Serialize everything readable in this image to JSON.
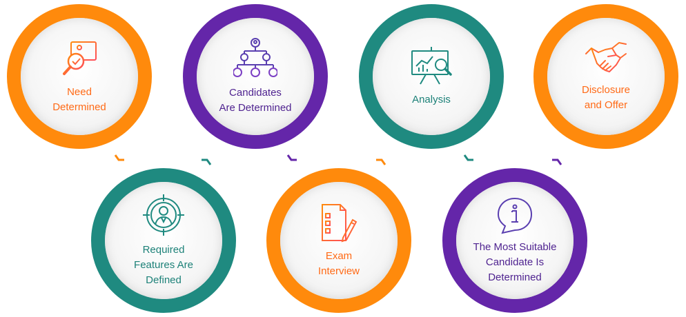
{
  "steps": [
    {
      "id": "need-determined",
      "lines": [
        "Need",
        "Determined"
      ],
      "color": "#ff8a0c",
      "label_color": "#ff6a16",
      "icon": "document-search-icon"
    },
    {
      "id": "required-features",
      "lines": [
        "Required",
        "Features Are",
        "Defined"
      ],
      "color": "#1f8a80",
      "label_color": "#1d8178",
      "icon": "target-person-icon"
    },
    {
      "id": "candidates-determined",
      "lines": [
        "Candidates",
        "Are Determined"
      ],
      "color": "#6426a9",
      "label_color": "#4f2390",
      "icon": "org-chart-icon"
    },
    {
      "id": "exam-interview",
      "lines": [
        "Exam",
        "Interview"
      ],
      "color": "#ff8a0c",
      "label_color": "#ff6a16",
      "icon": "checklist-pencil-icon"
    },
    {
      "id": "analysis",
      "lines": [
        "Analysis"
      ],
      "color": "#1f8a80",
      "label_color": "#1d8178",
      "icon": "presentation-chart-icon"
    },
    {
      "id": "most-suitable",
      "lines": [
        "The Most Suitable",
        "Candidate Is",
        "Determined"
      ],
      "color": "#6426a9",
      "label_color": "#4f2390",
      "icon": "info-bubble-icon"
    },
    {
      "id": "disclosure-offer",
      "lines": [
        "Disclosure",
        "and Offer"
      ],
      "color": "#ff8a0c",
      "label_color": "#ff6a16",
      "icon": "handshake-icon"
    }
  ],
  "colors": {
    "orange": "#ff8a0c",
    "purple": "#6426a9",
    "teal": "#1f8a80"
  }
}
